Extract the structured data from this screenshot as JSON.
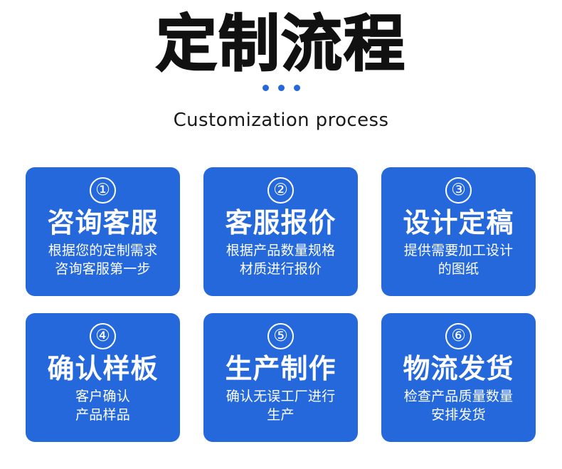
{
  "header": {
    "title": "定制流程",
    "subtitle": "Customization process",
    "dots": [
      "dot-1",
      "dot-2",
      "dot-3"
    ],
    "accent_color": "#2568DC",
    "title_color": "#111111"
  },
  "steps": [
    {
      "number": "①",
      "title": "咨询客服",
      "desc": "根据您的定制需求\n咨询客服第一步"
    },
    {
      "number": "②",
      "title": "客服报价",
      "desc": "根据产品数量规格\n材质进行报价"
    },
    {
      "number": "③",
      "title": "设计定稿",
      "desc": "提供需要加工设计\n的图纸"
    },
    {
      "number": "④",
      "title": "确认样板",
      "desc": "客户确认\n产品样品"
    },
    {
      "number": "⑤",
      "title": "生产制作",
      "desc": "确认无误工厂进行\n生产"
    },
    {
      "number": "⑥",
      "title": "物流发货",
      "desc": "检查产品质量数量\n安排发货"
    }
  ]
}
